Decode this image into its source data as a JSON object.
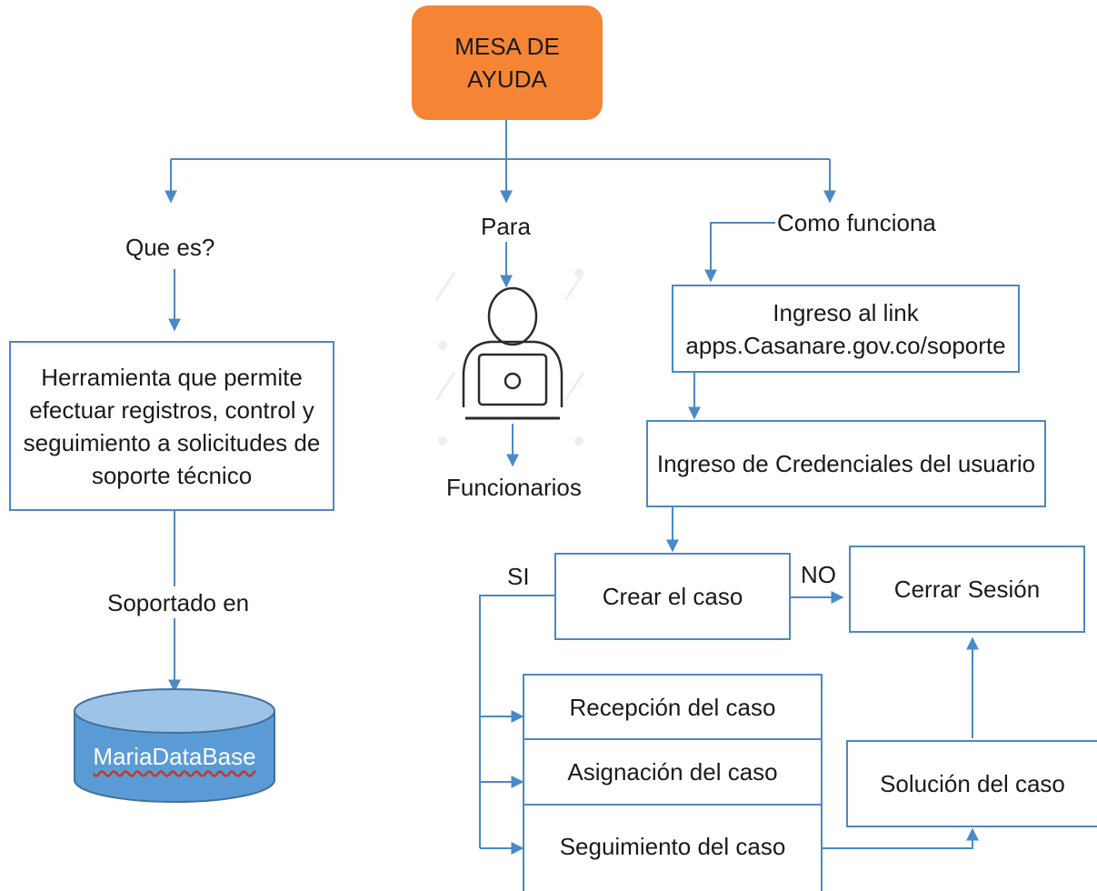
{
  "root": {
    "line1": "MESA DE",
    "line2": "AYUDA"
  },
  "branches": {
    "que_es": "Que es?",
    "para": "Para",
    "como": "Como funciona"
  },
  "left": {
    "desc_lines": [
      "Herramienta que permite",
      "efectuar registros, control y",
      "seguimiento a solicitudes de",
      "soporte técnico"
    ],
    "soportado": "Soportado en",
    "database": "MariaDataBase"
  },
  "middle": {
    "user_icon": "user-laptop-icon",
    "funcionarios": "Funcionarios"
  },
  "right": {
    "link_line1": "Ingreso al link",
    "link_line2": "apps.Casanare.gov.co/soporte",
    "credenciales": "Ingreso de Credenciales del usuario",
    "crear": "Crear el caso",
    "si": "SI",
    "no": "NO",
    "cerrar": "Cerrar Sesión",
    "recepcion": "Recepción del caso",
    "asignacion": "Asignación del caso",
    "seguimiento": "Seguimiento del caso",
    "solucion": "Solución del caso"
  },
  "colors": {
    "root_fill": "#f58535",
    "line": "#4a89c8",
    "database_fill": "#5b9bd5"
  }
}
